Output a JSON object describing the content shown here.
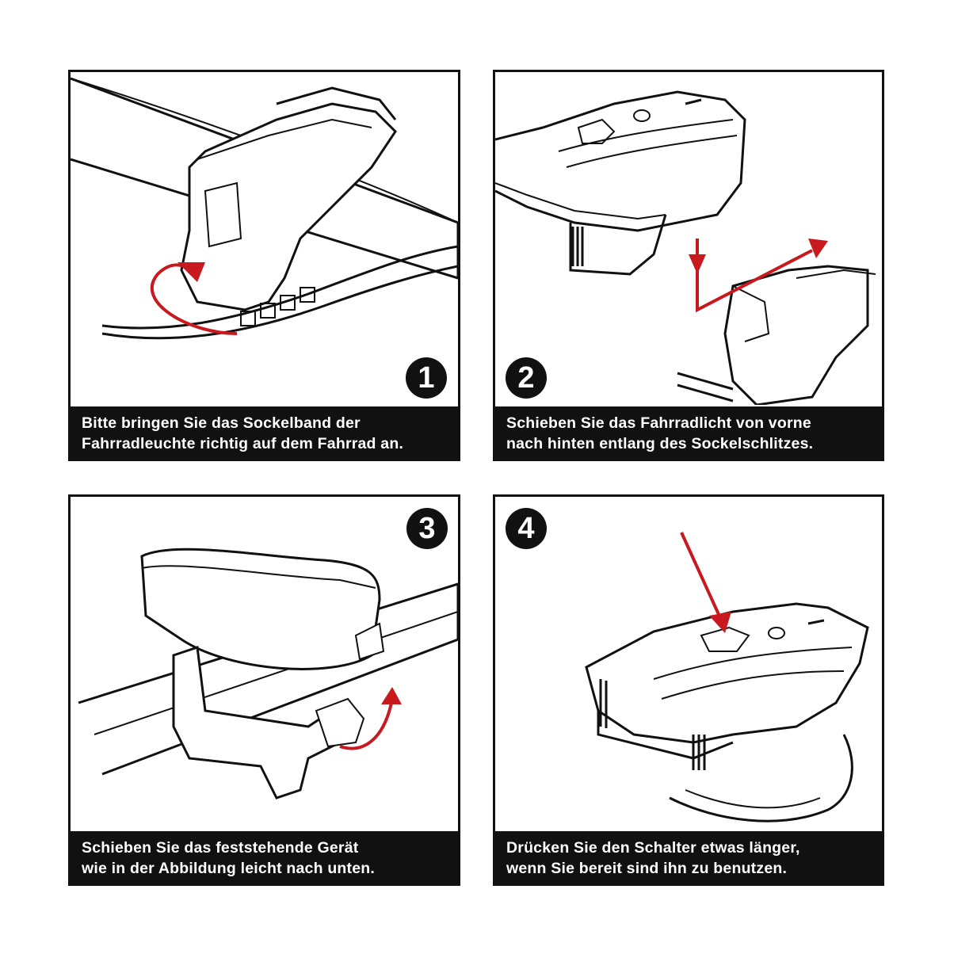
{
  "colors": {
    "frame": "#111111",
    "caption_bg": "#111111",
    "caption_text": "#ffffff",
    "arrow": "#c8191f"
  },
  "panels": [
    {
      "step": "1",
      "caption_lines": [
        "Bitte bringen Sie das Sockelband der",
        "Fahrradleuchte richtig auf dem Fahrrad an."
      ]
    },
    {
      "step": "2",
      "caption_lines": [
        "Schieben Sie das Fahrradlicht von vorne",
        "nach hinten entlang des Sockelschlitzes."
      ]
    },
    {
      "step": "3",
      "caption_lines": [
        "Schieben Sie das feststehende Gerät",
        "wie in der Abbildung leicht nach unten."
      ]
    },
    {
      "step": "4",
      "caption_lines": [
        "Drücken Sie den Schalter etwas länger,",
        "wenn Sie bereit sind ihn zu benutzen."
      ]
    }
  ]
}
